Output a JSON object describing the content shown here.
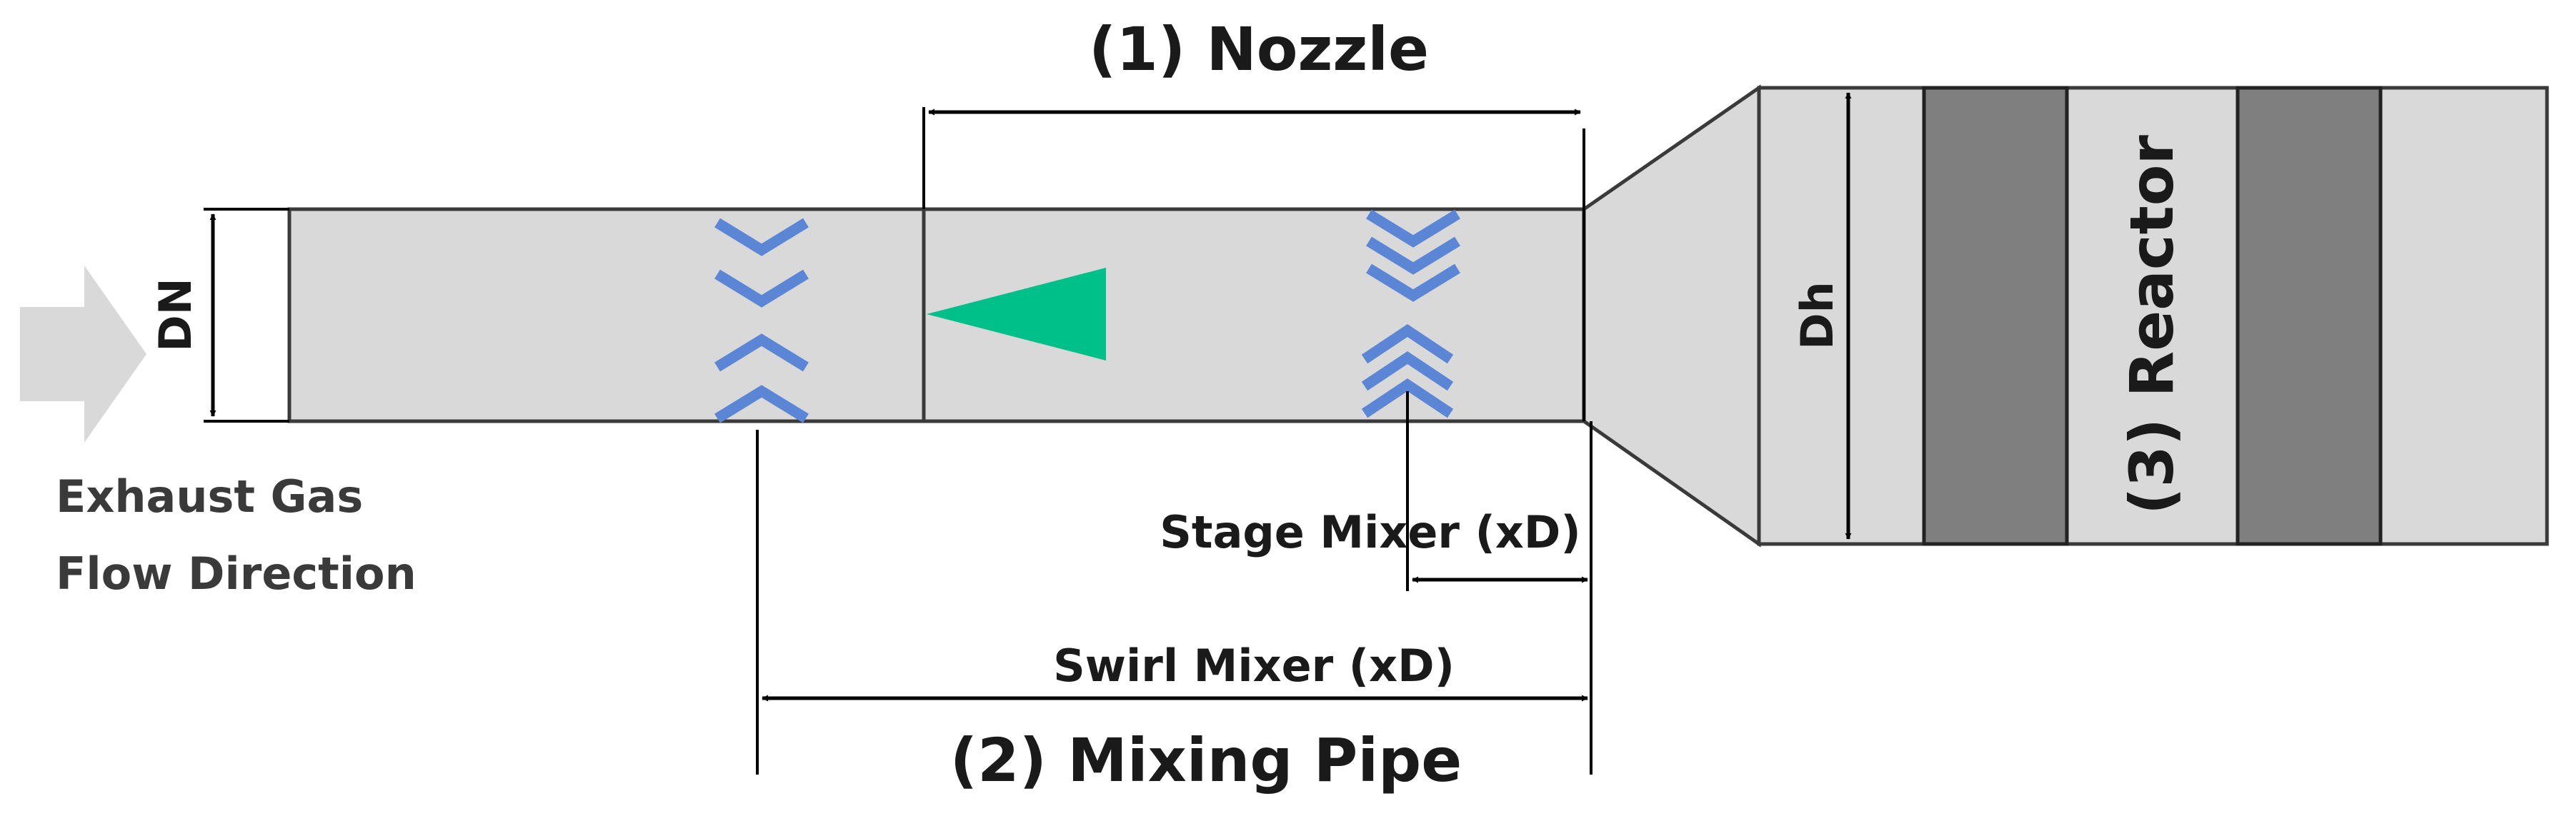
{
  "labels": {
    "nozzle": "(1) Nozzle",
    "mixing_pipe": "(2) Mixing Pipe",
    "reactor": "(3) Reactor",
    "dn": "DN",
    "dh": "Dh",
    "stage_mixer": "Stage Mixer (xD)",
    "swirl_mixer": "Swirl Mixer (xD)",
    "flow_line1": "Exhaust Gas",
    "flow_line2": "Flow Direction"
  },
  "colors": {
    "pipe_fill": "#d9d9d9",
    "outline": "#3a3a3a",
    "chevron": "#5b86d6",
    "nozzle_spray": "#00c08a",
    "catalyst_block": "#7f7f7f",
    "flow_arrow": "#d9d9d9"
  },
  "icons": {
    "flow": "right-arrow-icon",
    "swirl_mixer": "chevron-pair-icon",
    "stage_mixer": "triple-chevron-icon",
    "nozzle": "spray-cone-icon"
  }
}
